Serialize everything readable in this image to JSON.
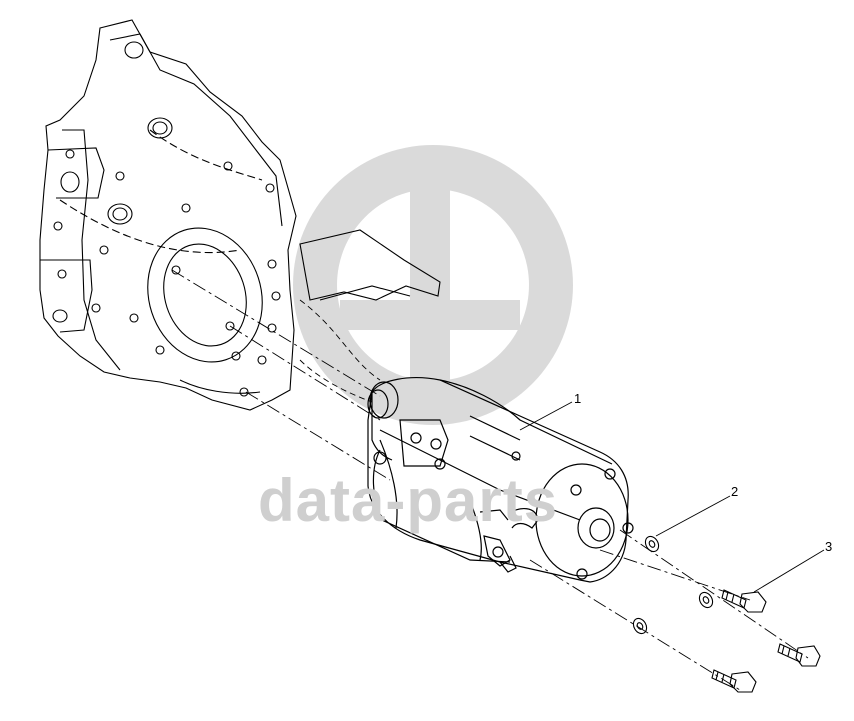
{
  "diagram": {
    "callouts": [
      {
        "id": "1",
        "label": "1"
      },
      {
        "id": "2",
        "label": "2"
      },
      {
        "id": "3",
        "label": "3"
      }
    ],
    "watermark": {
      "text": "data-parts",
      "color": "#cfcfcf"
    },
    "colors": {
      "line": "#000000",
      "background": "#ffffff"
    }
  }
}
